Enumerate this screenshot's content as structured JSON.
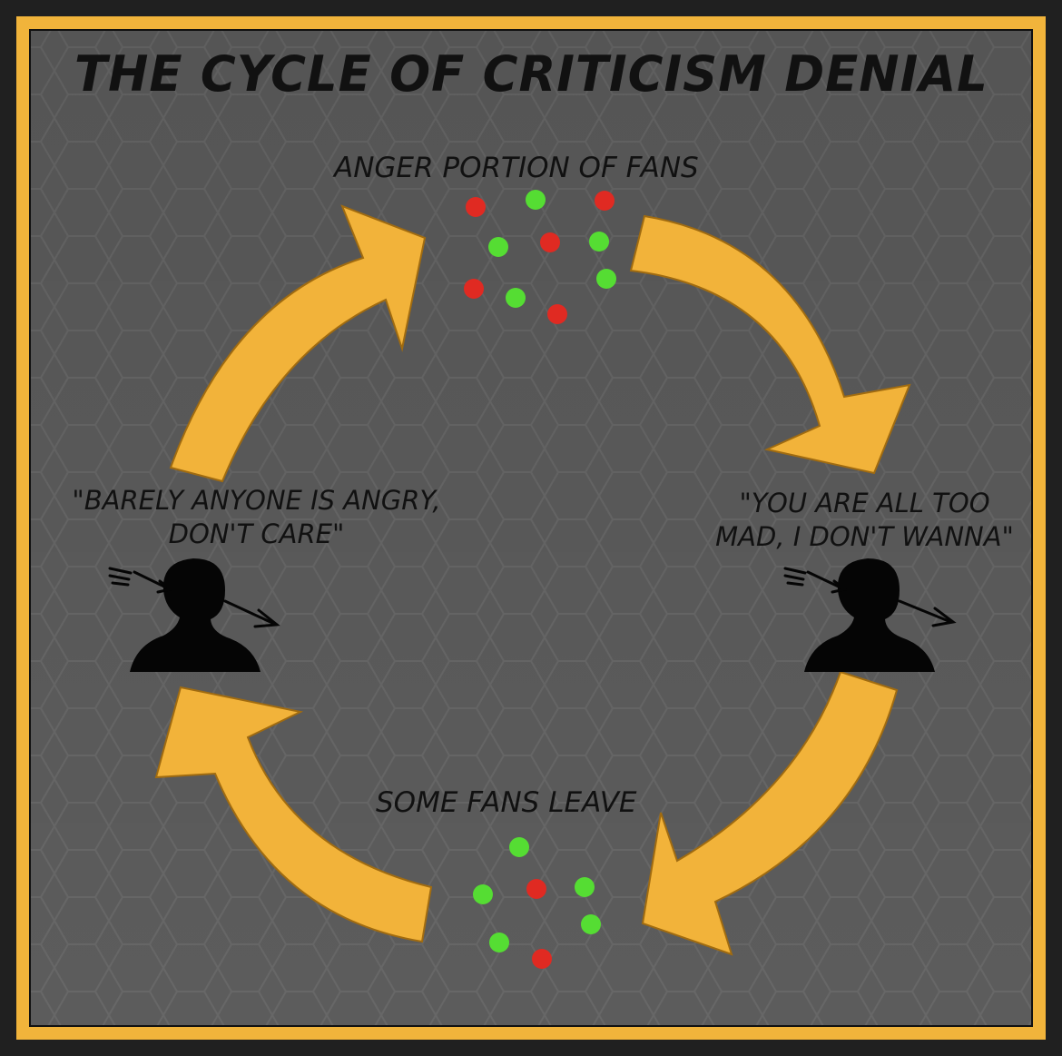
{
  "title": "THE CYCLE OF CRITICISM DENIAL",
  "nodes": {
    "top_label": "ANGER PORTION OF FANS",
    "bottom_label": "SOME FANS LEAVE",
    "left_quote_line1": "\"BARELY ANYONE IS ANGRY,",
    "left_quote_line2": "DON'T CARE\"",
    "right_quote_line1": "\"YOU ARE ALL TOO",
    "right_quote_line2": "MAD, I DON'T WANNA\""
  },
  "colors": {
    "border": "#f1b43b",
    "arrow": "#f2b33a",
    "background": "#5c5c5c",
    "dot_red": "#e02a22",
    "dot_green": "#55dd33",
    "figure": "#050505"
  },
  "icons": {
    "person": "person-silhouette-icon",
    "deflect": "arrow-deflect-icon"
  }
}
